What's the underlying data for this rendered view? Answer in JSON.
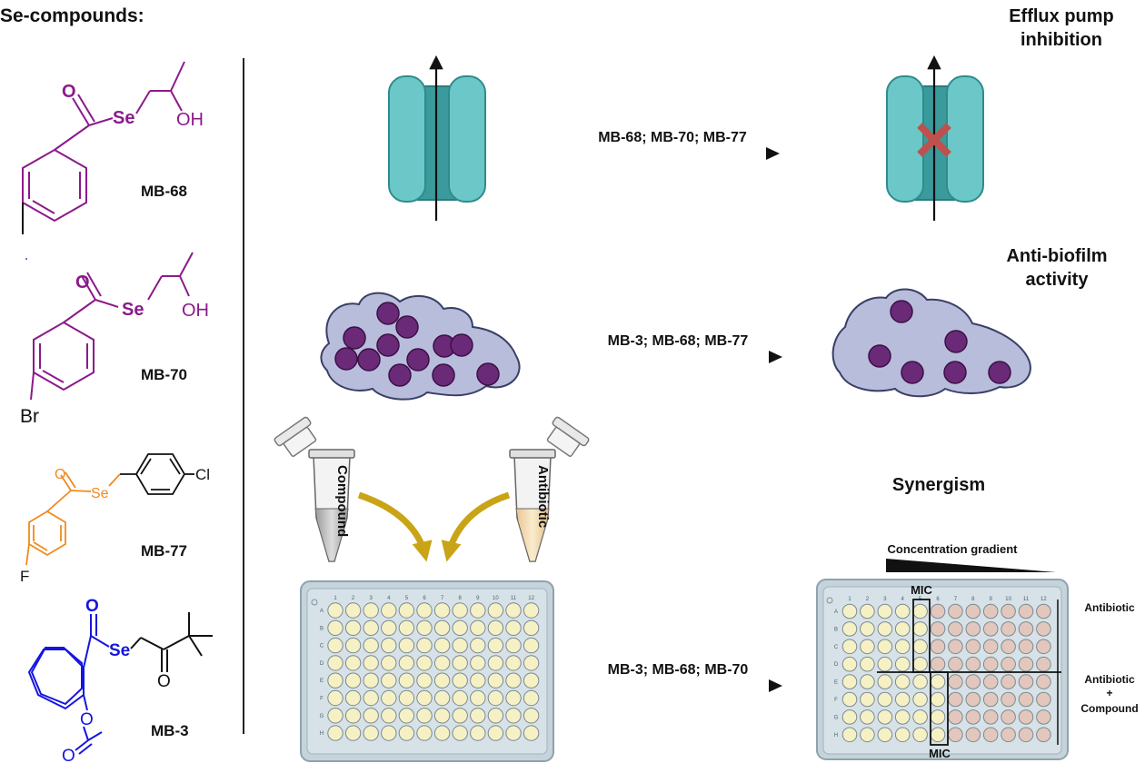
{
  "header": {
    "title": "Se-compounds:"
  },
  "compounds": [
    {
      "name": "MB-68",
      "color": "#8b1a8b",
      "substituent": "",
      "atoms": {
        "o": "O",
        "se": "Se",
        "oh": "OH"
      }
    },
    {
      "name": "MB-70",
      "color": "#8b1a8b",
      "substituent": "Br",
      "atoms": {
        "o": "O",
        "se": "Se",
        "oh": "OH"
      }
    },
    {
      "name": "MB-77",
      "color": "#f08a1c",
      "substituent": "F",
      "atoms": {
        "o": "O",
        "se": "Se",
        "cl": "Cl"
      }
    },
    {
      "name": "MB-3",
      "color": "#1515e0",
      "substituent": "",
      "atoms": {
        "o": "O",
        "se": "Se",
        "ketone_o": "O",
        "ester_o": "O",
        "acyl_o": "O"
      }
    }
  ],
  "sections": {
    "efflux": {
      "title_line1": "Efflux pump",
      "title_line2": "inhibition",
      "arrow_label": "MB-68; MB-70; MB-77"
    },
    "biofilm": {
      "title_line1": "Anti-biofilm",
      "title_line2": "activity",
      "arrow_label": "MB-3; MB-68; MB-77"
    },
    "synergism": {
      "title": "Synergism",
      "arrow_label": "MB-3; MB-68; MB-70",
      "tube_left_label": "Compound",
      "tube_right_label": "Antibiotic",
      "gradient_label": "Concentration gradient",
      "mic_top": "MIC",
      "mic_bottom": "MIC",
      "row_label_antibiotic": "Antibiotic",
      "row_label_combo_1": "Antibiotic",
      "row_label_combo_2": "+",
      "row_label_combo_3": "Compound"
    }
  },
  "plate": {
    "columns": [
      "1",
      "2",
      "3",
      "4",
      "5",
      "6",
      "7",
      "8",
      "9",
      "10",
      "11",
      "12"
    ],
    "rows": [
      "A",
      "B",
      "C",
      "D",
      "E",
      "F",
      "G",
      "H"
    ],
    "mic_column_antibiotic": 5,
    "mic_column_combination": 6
  },
  "colors": {
    "compound_purple": "#8b1a8b",
    "compound_orange": "#f08a1c",
    "compound_blue": "#1515e0",
    "channel_teal": "#6cc8c8",
    "channel_dark": "#3a9a9c",
    "inhibit_red": "#c0504d",
    "biofilm_fill": "#b8bddb",
    "cell_purple": "#6a2a78",
    "arrow_gold": "#c9a416",
    "well_yellow": "#f6f1c4",
    "well_pink": "#e3c7bd",
    "plate_gray": "#c5d3db"
  }
}
